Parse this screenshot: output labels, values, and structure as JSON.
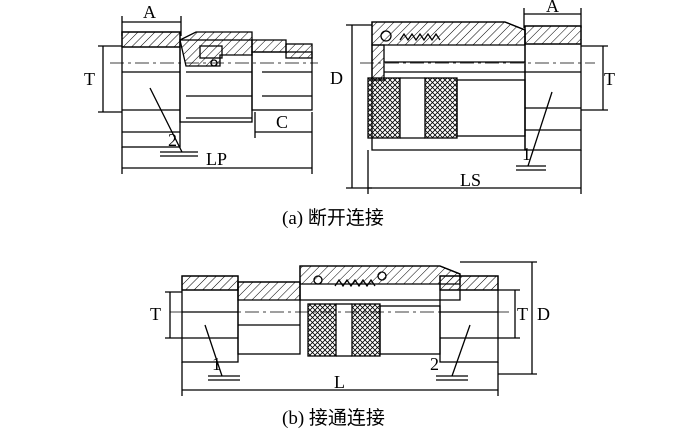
{
  "labels": {
    "a_left": "A",
    "t_left": "T",
    "c": "C",
    "lp": "LP",
    "num2_top": "2",
    "d_top": "D",
    "a_right": "A",
    "t_right": "T",
    "ls": "LS",
    "num1_top": "1",
    "t_bottom_left": "T",
    "d_bottom": "D",
    "t_bottom_right": "T",
    "l": "L",
    "num1_bottom": "1",
    "num2_bottom": "2"
  },
  "captions": {
    "a": "(a) 断开连接",
    "b": "(b) 接通连接"
  }
}
